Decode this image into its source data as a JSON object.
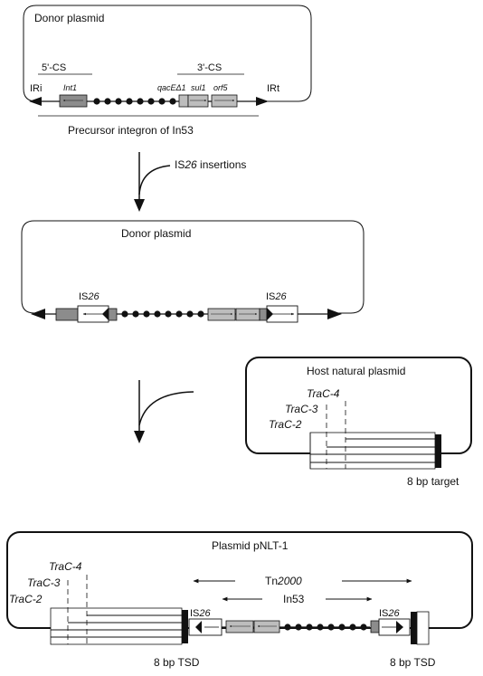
{
  "panel1": {
    "title": "Donor plasmid",
    "cs5": "5'-CS",
    "cs3": "3'-CS",
    "iri": "IRi",
    "irt": "IRt",
    "int1": "Int1",
    "qac": "qacEΔ1",
    "sul1": "sul1",
    "orf5": "orf5",
    "caption": "Precursor integron of In53"
  },
  "step1": {
    "label_pre": "IS",
    "label_num": "26",
    "label_post": " insertions"
  },
  "panel2": {
    "title": "Donor plasmid",
    "is_pre": "IS",
    "is_num": "26"
  },
  "host": {
    "title": "Host natural plasmid",
    "trac4": "TraC-4",
    "trac3": "TraC-3",
    "trac2": "TraC-2",
    "target": "8 bp target"
  },
  "final": {
    "title": "Plasmid pNLT-1",
    "trac4": "TraC-4",
    "trac3": "TraC-3",
    "trac2": "TraC-2",
    "tn_pre": "Tn",
    "tn_num": "2000",
    "in53": "In53",
    "is_pre": "IS",
    "is_num": "26",
    "tsd": "8 bp TSD"
  },
  "colors": {
    "line": "#111111",
    "gene_fill": "#bdbdbd",
    "int_fill": "#8c8c8c"
  }
}
